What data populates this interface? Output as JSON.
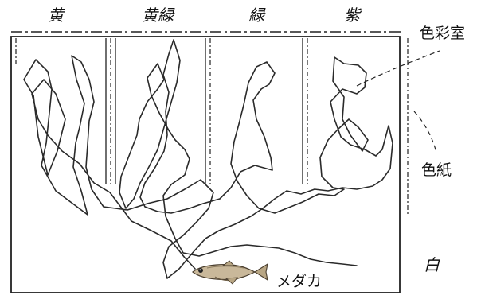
{
  "diagram": {
    "column_labels": [
      "黄",
      "黄緑",
      "緑",
      "紫"
    ],
    "side_labels": {
      "chamber": "色彩室",
      "paper": "色紙",
      "white": "白"
    },
    "fish_label": "メダカ"
  }
}
